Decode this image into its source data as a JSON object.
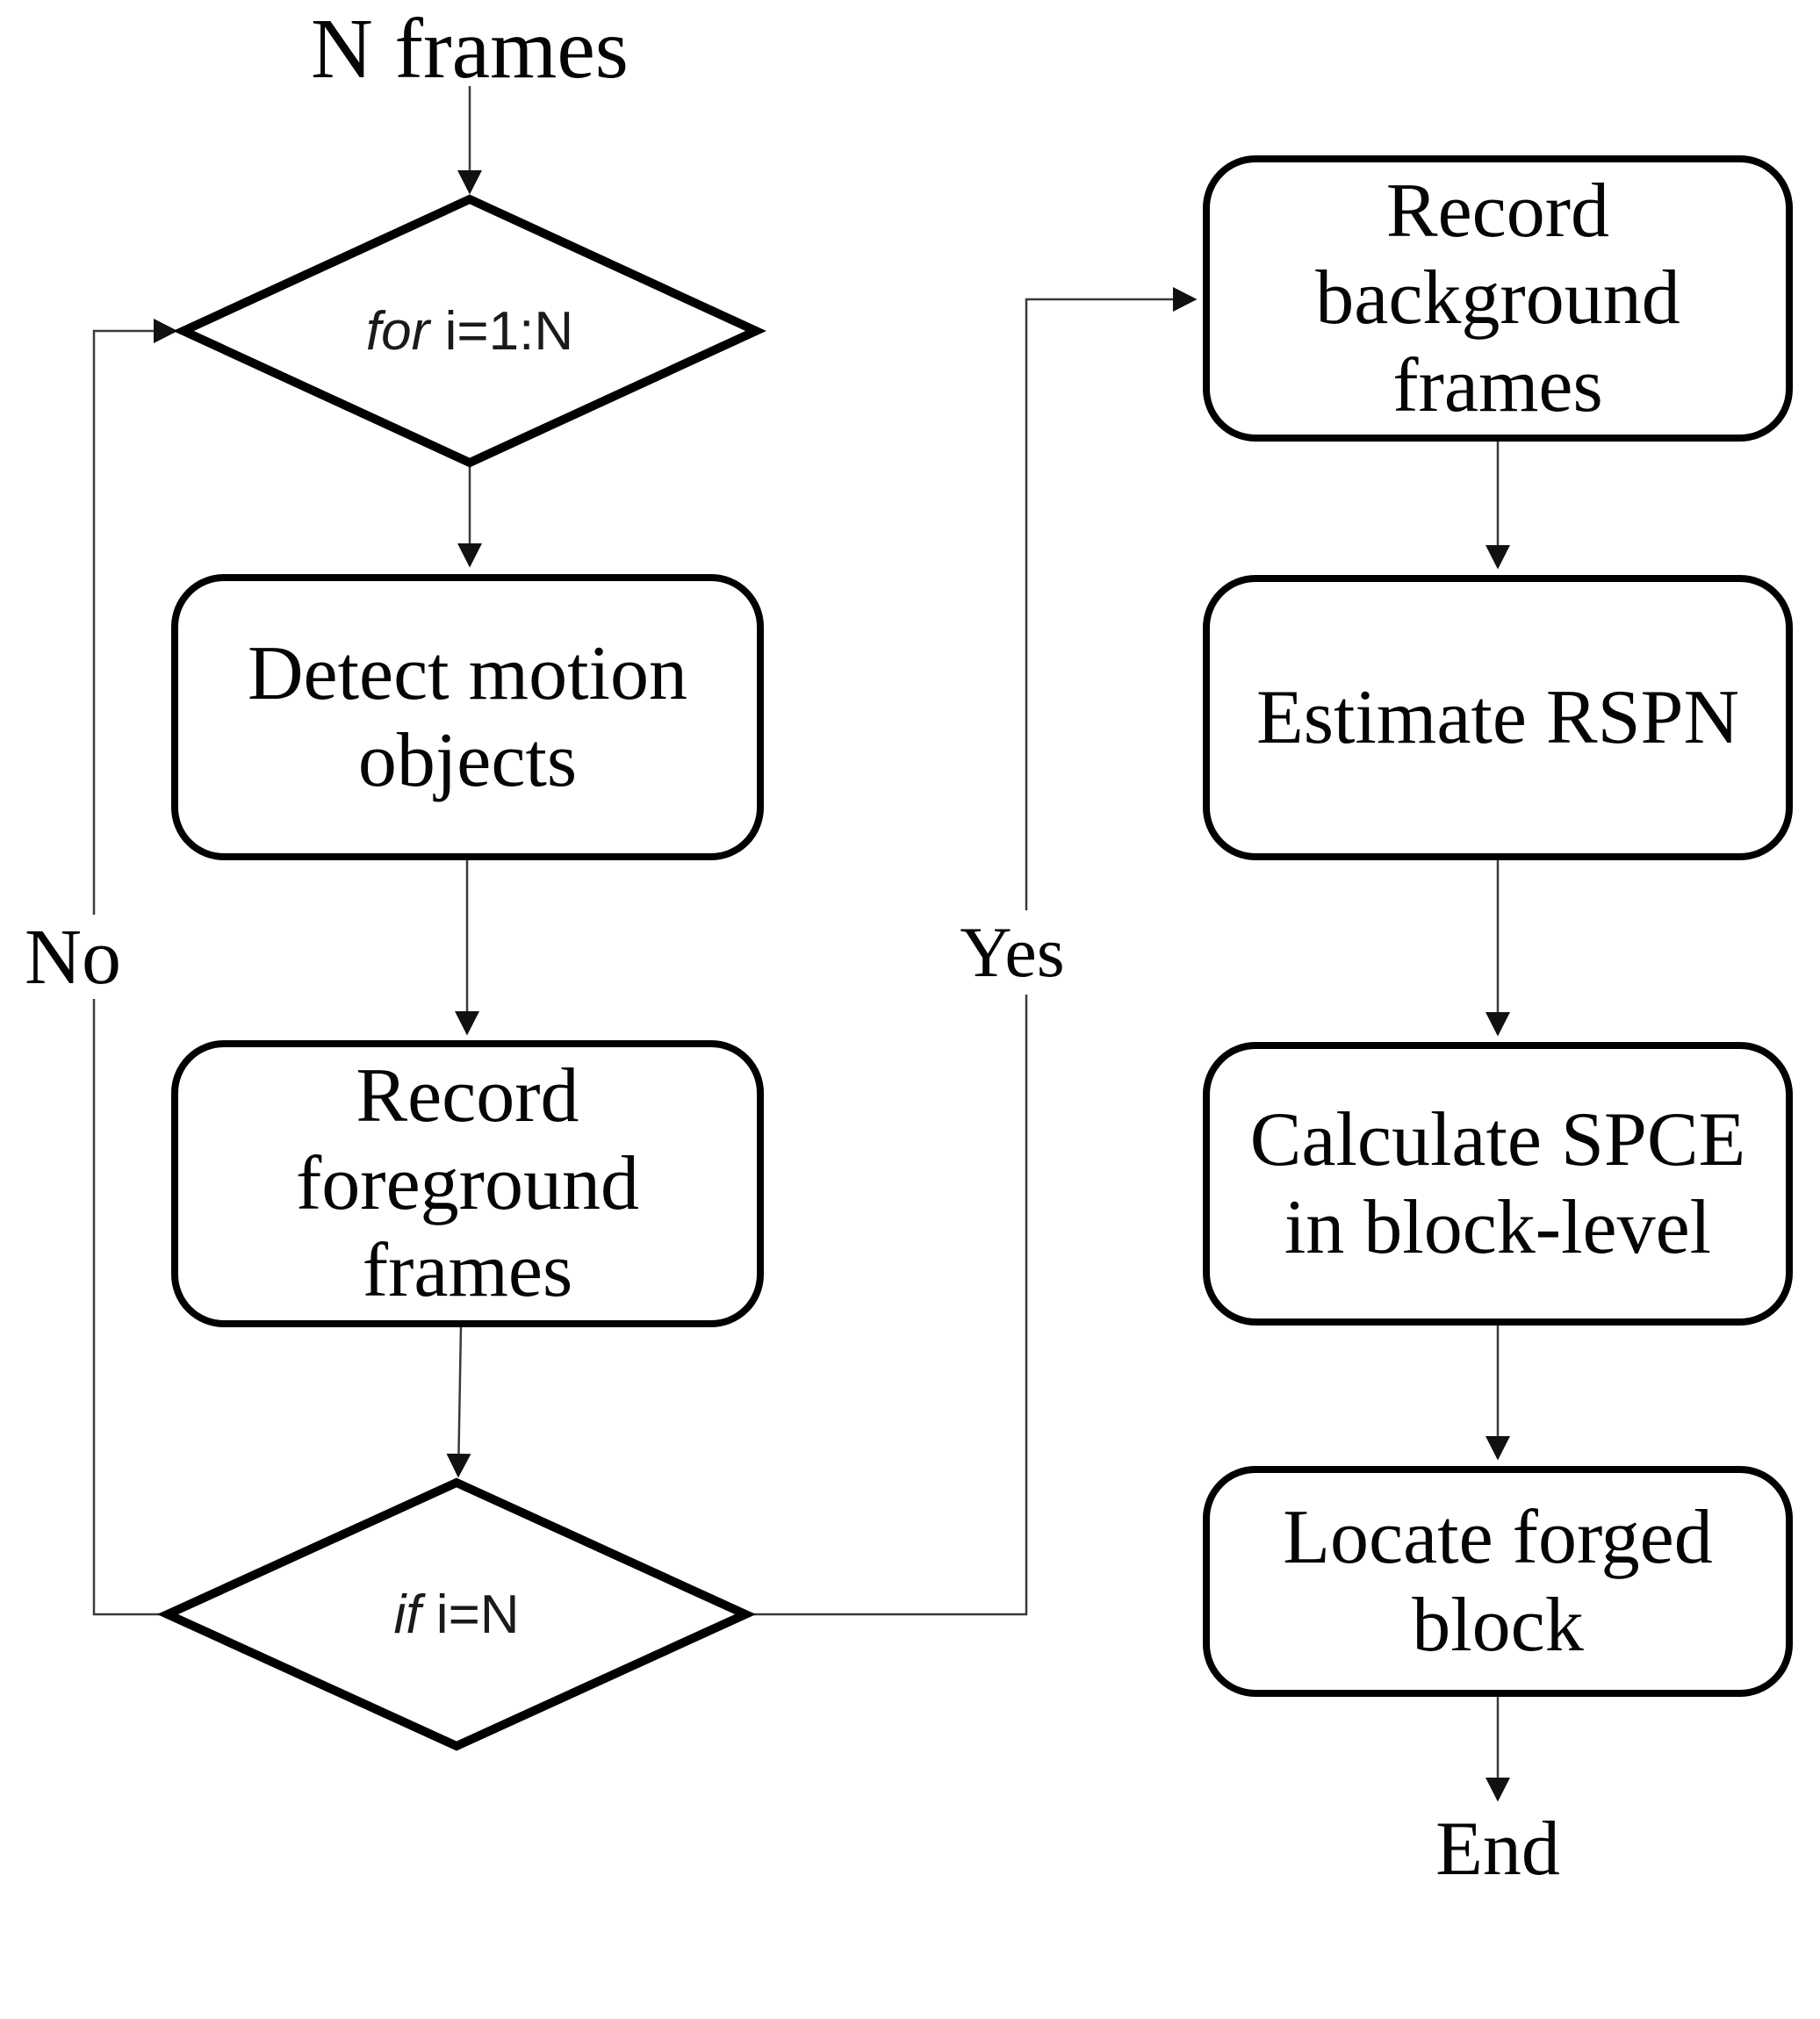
{
  "figure_type": "flowchart",
  "start_label": "N frames",
  "end_label": "End",
  "decisions": [
    {
      "keyword": "for",
      "condition": "i=1:N"
    },
    {
      "keyword": "if",
      "condition": "i=N"
    }
  ],
  "processes": [
    {
      "label": "Detect motion\nobjects"
    },
    {
      "label": "Record\nforeground\nframes"
    },
    {
      "label": "Record\nbackground\nframes"
    },
    {
      "label": "Estimate RSPN"
    },
    {
      "label": "Calculate SPCE\nin block-level"
    },
    {
      "label": "Locate forged\nblock"
    }
  ],
  "branch_labels": {
    "no": "No",
    "yes": "Yes"
  },
  "colors": {
    "shape_border": "#000000",
    "connector": "#3a3a3a",
    "text": "#050505",
    "background": "#ffffff"
  }
}
